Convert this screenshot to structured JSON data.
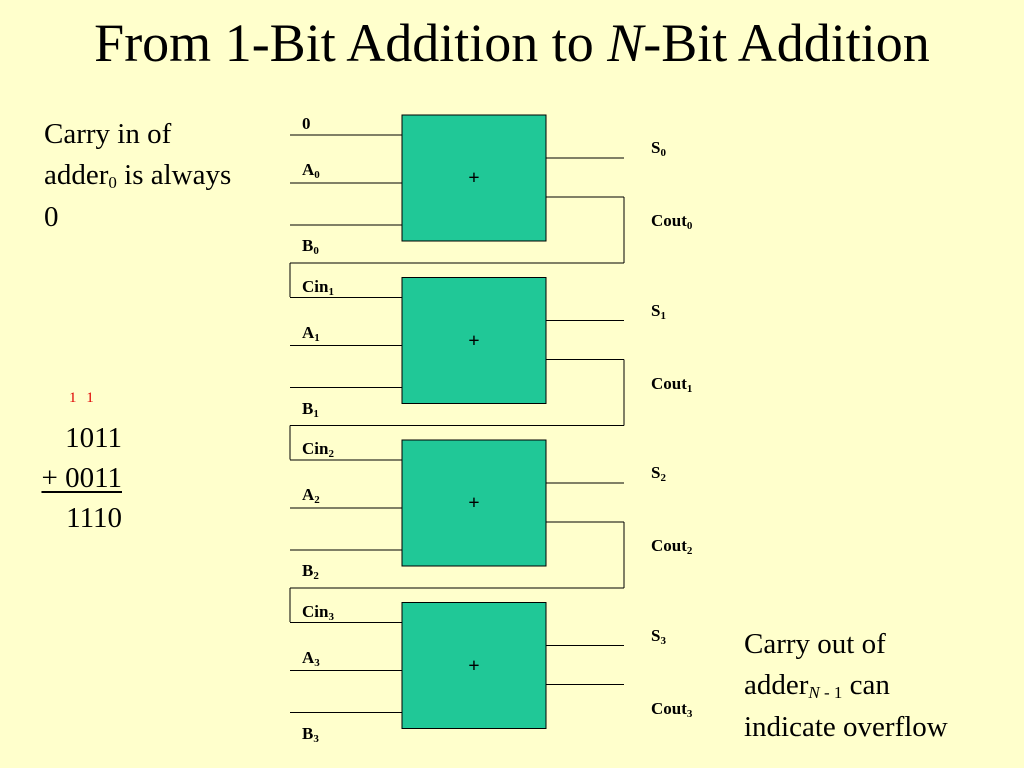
{
  "title": {
    "prefix": "From 1-Bit Addition to ",
    "italic": "N",
    "suffix": "-Bit Addition"
  },
  "left_note": {
    "line1": "Carry in of",
    "line2_main": "adder",
    "line2_sub": "0",
    "line2_rest": " is always",
    "line3": "0"
  },
  "right_note": {
    "line1": "Carry out of",
    "line2_main": "adder",
    "line2_sub_italic": "N",
    "line2_sub_rest": " - 1",
    "line2_rest": " can",
    "line3": "indicate overflow"
  },
  "example": {
    "carries": "1 1",
    "operand1": "1011",
    "operand2": "+ 0011",
    "result": "1110"
  },
  "adders": [
    {
      "carry_in": "0",
      "a": "A",
      "a_sub": "0",
      "b": "B",
      "b_sub": "0",
      "op": "+",
      "s": "S",
      "s_sub": "0",
      "cout": "Cout",
      "cout_sub": "0"
    },
    {
      "carry_in": "Cin",
      "carry_in_sub": "1",
      "a": "A",
      "a_sub": "1",
      "b": "B",
      "b_sub": "1",
      "op": "+",
      "s": "S",
      "s_sub": "1",
      "cout": "Cout",
      "cout_sub": "1"
    },
    {
      "carry_in": "Cin",
      "carry_in_sub": "2",
      "a": "A",
      "a_sub": "2",
      "b": "B",
      "b_sub": "2",
      "op": "+",
      "s": "S",
      "s_sub": "2",
      "cout": "Cout",
      "cout_sub": "2"
    },
    {
      "carry_in": "Cin",
      "carry_in_sub": "3",
      "a": "A",
      "a_sub": "3",
      "b": "B",
      "b_sub": "3",
      "op": "+",
      "s": "S",
      "s_sub": "3",
      "cout": "Cout",
      "cout_sub": "3"
    }
  ],
  "colors": {
    "background": "#ffffcc",
    "adder_fill": "#20c897",
    "carry_digits": "#e00000"
  }
}
